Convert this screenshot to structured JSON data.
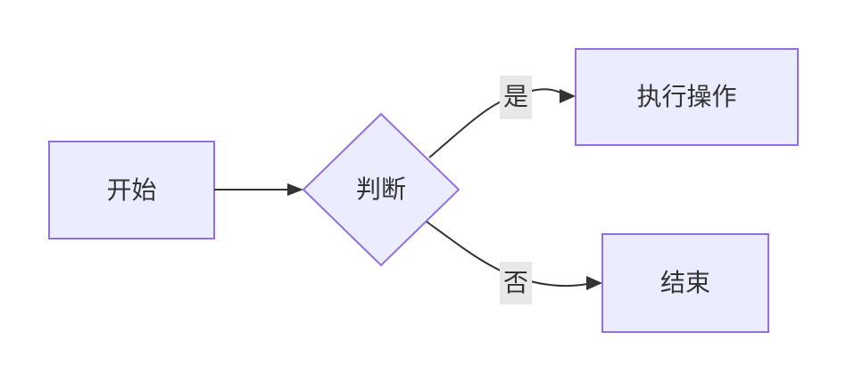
{
  "diagram": {
    "type": "flowchart",
    "direction": "left-to-right",
    "background": "#ffffff",
    "colors": {
      "node_fill": "#ECECFF",
      "node_border": "#9370DB",
      "edge_color": "#333333",
      "edge_label_bg": "#e8e8e8",
      "text_color": "#333333"
    },
    "nodes": [
      {
        "id": "start",
        "label": "开始",
        "shape": "rect"
      },
      {
        "id": "decision",
        "label": "判断",
        "shape": "diamond"
      },
      {
        "id": "action",
        "label": "执行操作",
        "shape": "rect"
      },
      {
        "id": "end",
        "label": "结束",
        "shape": "rect"
      }
    ],
    "edges": [
      {
        "from": "start",
        "to": "decision",
        "label": "",
        "arrow": "filled-triangle"
      },
      {
        "from": "decision",
        "to": "action",
        "label": "是",
        "arrow": "filled-triangle"
      },
      {
        "from": "decision",
        "to": "end",
        "label": "否",
        "arrow": "filled-triangle"
      }
    ]
  }
}
